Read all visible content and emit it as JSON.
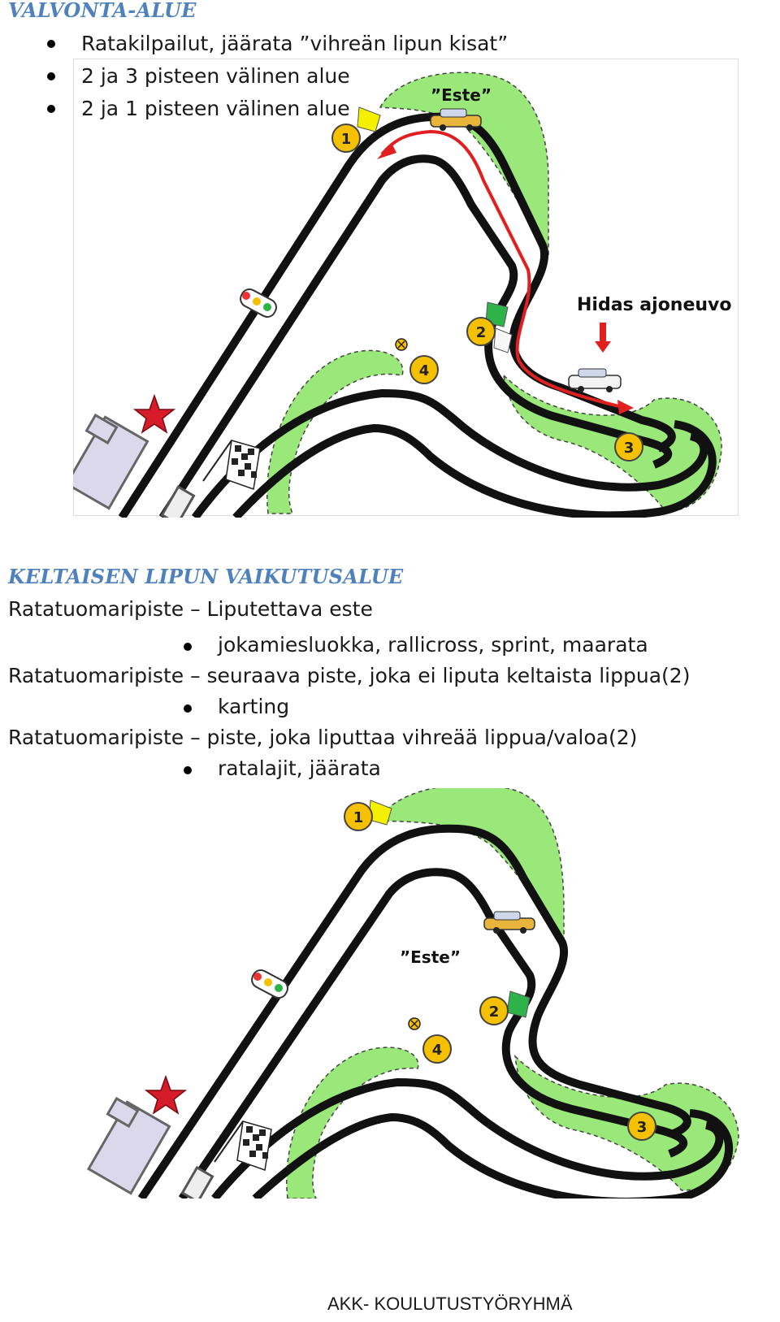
{
  "section1": {
    "heading": "VALVONTA-ALUE",
    "bullets": [
      "Ratakilpailut, jäärata ”vihreän lipun kisat”",
      "2 ja 3 pisteen välinen alue",
      "2 ja 1 pisteen välinen alue"
    ],
    "diagram": {
      "obstacle_label": "”Este”",
      "slow_vehicle_label": "Hidas ajoneuvo",
      "posts": [
        "1",
        "2",
        "3",
        "4"
      ]
    }
  },
  "section2": {
    "heading": "KELTAISEN LIPUN VAIKUTUSALUE",
    "rows": [
      {
        "text": "Ratatuomaripiste – Liputettava este",
        "sub": "jokamiesluokka, rallicross, sprint, maarata"
      },
      {
        "text": "Ratatuomaripiste – seuraava piste, joka ei liputa keltaista lippua(2)",
        "sub": "karting"
      },
      {
        "text": "Ratatuomaripiste – piste, joka liputtaa vihreää lippua/valoa(2)",
        "sub": "ratalajit, jäärata"
      }
    ],
    "diagram": {
      "obstacle_label": "”Este”",
      "posts": [
        "1",
        "2",
        "3",
        "4"
      ]
    }
  },
  "footer": "AKK- KOULUTUSTYÖRYHMÄ",
  "colors": {
    "heading": "#4f81bd",
    "grass": "#9be87a",
    "post": "#f5c000",
    "arrow": "#e02020",
    "yellow_flag": "#f4f000",
    "green_flag": "#2db34a"
  }
}
